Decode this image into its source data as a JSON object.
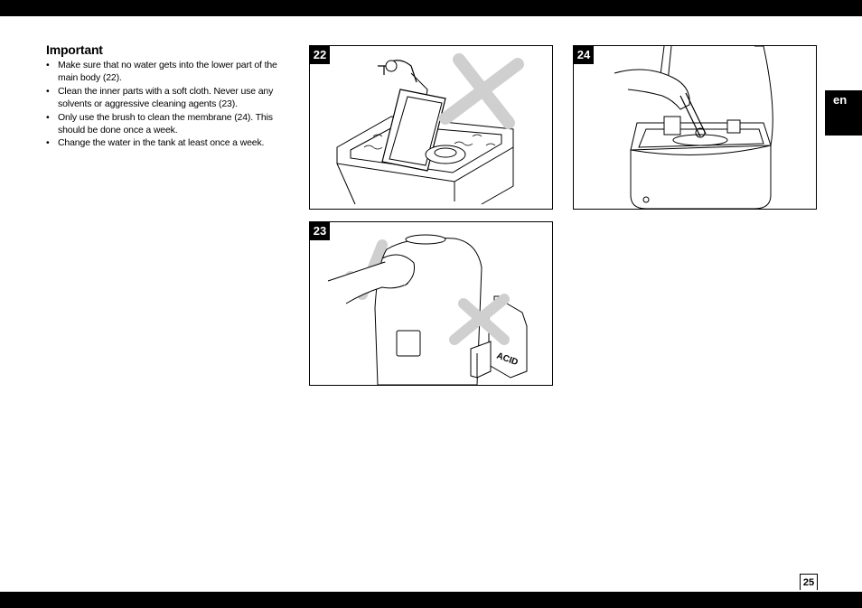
{
  "language_tab": "en",
  "section": {
    "title": "Important",
    "items": [
      {
        "bullet": "•",
        "lines": [
          "Make sure that no water gets into the lower part of the",
          "main body (22)."
        ]
      },
      {
        "bullet": "•",
        "lines": [
          "Clean the inner parts with a soft cloth. Never use any",
          "solvents or aggressive cleaning agents (23)."
        ]
      },
      {
        "bullet": "•",
        "lines": [
          "Only use the brush to clean the membrane (24). This",
          "should be done once a week."
        ]
      },
      {
        "bullet": "•",
        "lines": [
          "Change the water in the tank at least once a week."
        ]
      }
    ]
  },
  "figures": {
    "fig22": {
      "number": "22"
    },
    "fig23": {
      "number": "23",
      "bottle_label": "ACID"
    },
    "fig24": {
      "number": "24"
    }
  },
  "page_number": "25",
  "colors": {
    "bars": "#000000",
    "cross_mark": "#cfcfcf",
    "check_mark": "#cfcfcf"
  }
}
